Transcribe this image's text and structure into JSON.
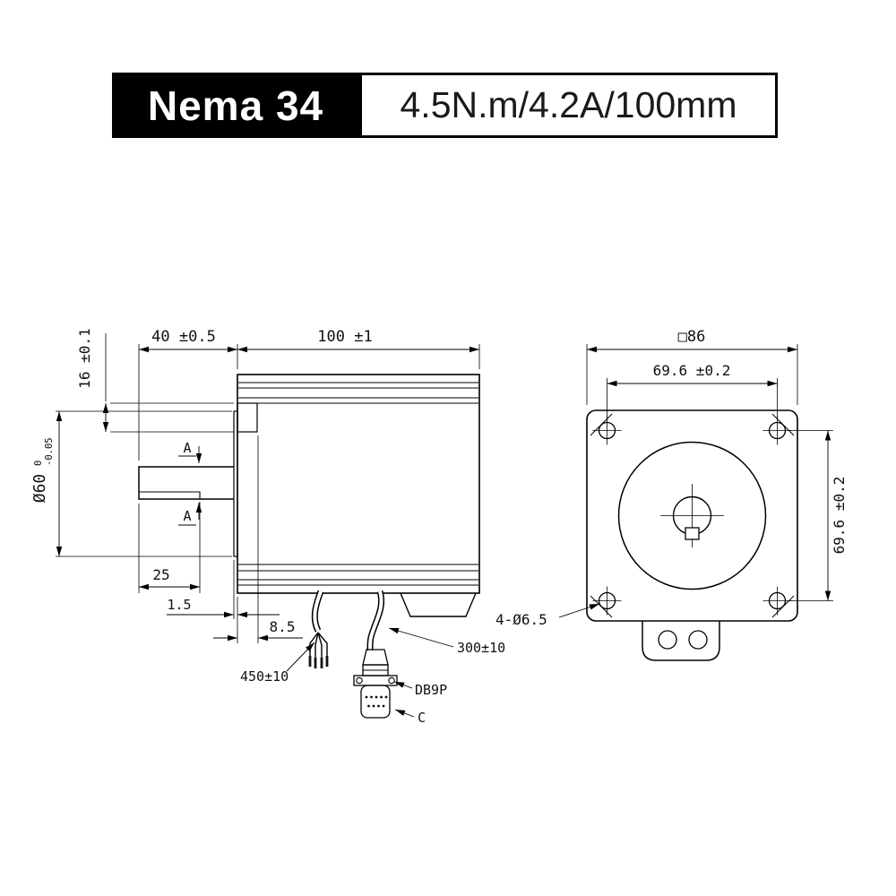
{
  "header": {
    "model": "Nema 34",
    "spec": "4.5N.m/4.2A/100mm"
  },
  "side_view": {
    "dim_shaft_length": "40 ±0.5",
    "dim_body_length": "100 ±1",
    "dim_16": "16 ±0.1",
    "dim_pilot_diameter": "Ø60",
    "pilot_tol_upper": "0",
    "pilot_tol_lower": "-0.05",
    "dim_key_length": "25",
    "dim_pilot_boss": "1.5",
    "dim_8_5": "8.5",
    "cable_length_power": "450±10",
    "cable_length_signal": "300±10",
    "connector_label": "DB9P",
    "connector_sub_label": "C",
    "section_marker": "A"
  },
  "front_view": {
    "dim_frame": "□86",
    "dim_hole_spacing_h": "69.6 ±0.2",
    "dim_hole_spacing_v": "69.6 ±0.2",
    "dim_mounting_holes": "4-Ø6.5"
  }
}
